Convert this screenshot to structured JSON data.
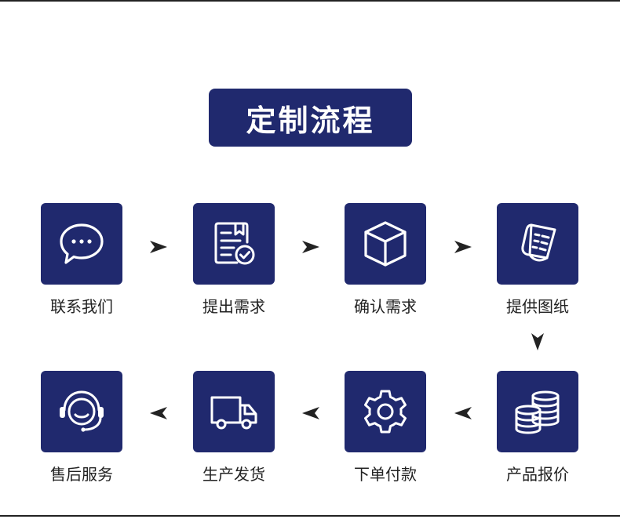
{
  "title": "定制流程",
  "colors": {
    "tile": "#20296e",
    "icon": "#ffffff",
    "arrow": "#222222",
    "text": "#222222"
  },
  "steps": [
    {
      "label": "联系我们",
      "icon": "chat-bubble-icon"
    },
    {
      "label": "提出需求",
      "icon": "document-check-icon"
    },
    {
      "label": "确认需求",
      "icon": "cube-icon"
    },
    {
      "label": "提供图纸",
      "icon": "drawing-paper-icon"
    },
    {
      "label": "产品报价",
      "icon": "coins-stack-icon"
    },
    {
      "label": "下单付款",
      "icon": "gear-icon"
    },
    {
      "label": "生产发货",
      "icon": "truck-icon"
    },
    {
      "label": "售后服务",
      "icon": "headset-icon"
    }
  ]
}
